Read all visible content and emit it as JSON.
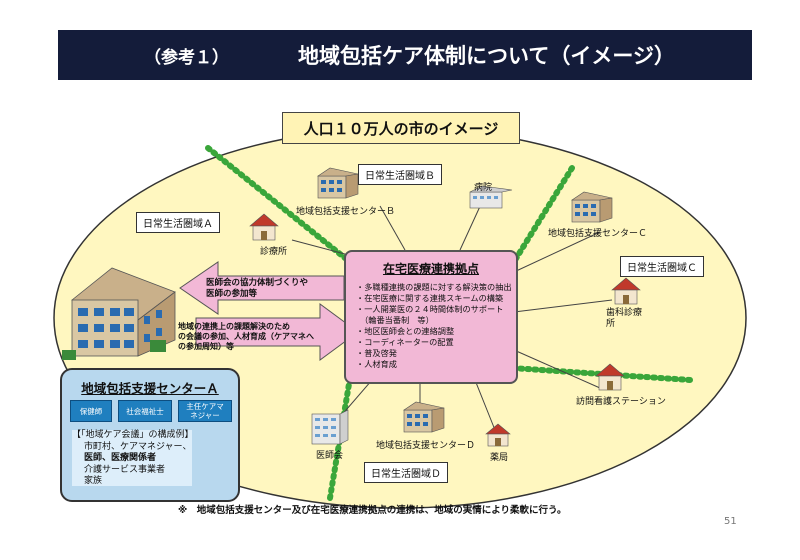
{
  "header": {
    "reference": "（参考１）",
    "title": "地域包括ケア体制について（イメージ）"
  },
  "image_title": "人口１０万人の市のイメージ",
  "areas": {
    "a": "日常生活圏域Ａ",
    "b": "日常生活圏域Ｂ",
    "c": "日常生活圏域Ｃ",
    "d": "日常生活圏域Ｄ"
  },
  "facilities": {
    "clinic": "診療所",
    "hospital": "病院",
    "center_b": "地域包括支援センターＢ",
    "center_c": "地域包括支援センターＣ",
    "center_d": "地域包括支援センターＤ",
    "dental_clinic": "歯科診療所",
    "visiting_nursing": "訪問看護ステーション",
    "medical_association": "医師会",
    "pharmacy": "薬局"
  },
  "hub": {
    "title": "在宅医療連携拠点",
    "items": [
      "・多職種連携の課題に対する解決策の抽出",
      "・在宅医療に関する連携スキームの構築",
      "・一人開業医の２４時間体制のサポート",
      "　（輪番当番制　等）",
      "・地区医師会との連絡調整",
      "・コーディネーターの配置",
      "・普及啓発",
      "・人材育成"
    ]
  },
  "arrows": {
    "upper": [
      "医師会の協力体制づくりや",
      "医師の参加等"
    ],
    "lower": [
      "地域の連携上の課題解決のため",
      "の会議の参加、人材育成（ケアマネへ",
      "の参加周知）等"
    ]
  },
  "center_a": {
    "title": "地域包括支援センターＡ",
    "roles": [
      "保健師",
      "社会福祉士",
      "主任ケアマ\nネジャー"
    ],
    "meeting_heading": "【「地域ケア会議」の構成例】",
    "meeting_members": [
      "市町村、ケアマネジャー、",
      "医師、医療関係者",
      "介護サービス事業者",
      "家族"
    ]
  },
  "footnote": "※　地域包括支援センター及び在宅医療連携拠点の連携は、地域の実情により柔軟に行う。",
  "page_number": "51",
  "colors": {
    "header_bg": "#141c3a",
    "ellipse_fill": "#fff7c0",
    "divider": "#3aa63a",
    "hub_fill": "#f2b8d6",
    "arrow_fill": "#f2b8d6",
    "center_fill": "#b8d8ee",
    "role_fill": "#1f7fbf"
  }
}
